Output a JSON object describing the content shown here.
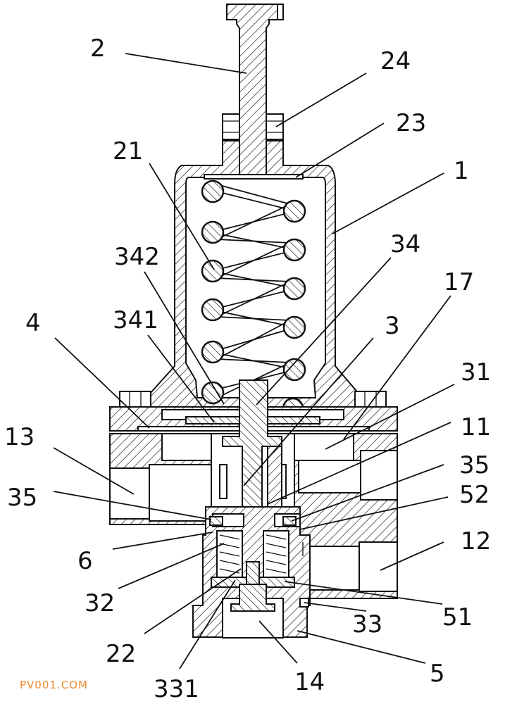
{
  "labels": {
    "l2": "2",
    "l24": "24",
    "l23": "23",
    "l21": "21",
    "l1": "1",
    "l342": "342",
    "l34": "34",
    "l17": "17",
    "l4": "4",
    "l341": "341",
    "l3": "3",
    "l31": "31",
    "l13": "13",
    "l11": "11",
    "l35a": "35",
    "l35b": "35",
    "l52": "52",
    "l12": "12",
    "l6": "6",
    "l32": "32",
    "l33": "33",
    "l51": "51",
    "l22": "22",
    "l5": "5",
    "l331": "331",
    "l14": "14"
  },
  "watermark": "PV001.COM"
}
